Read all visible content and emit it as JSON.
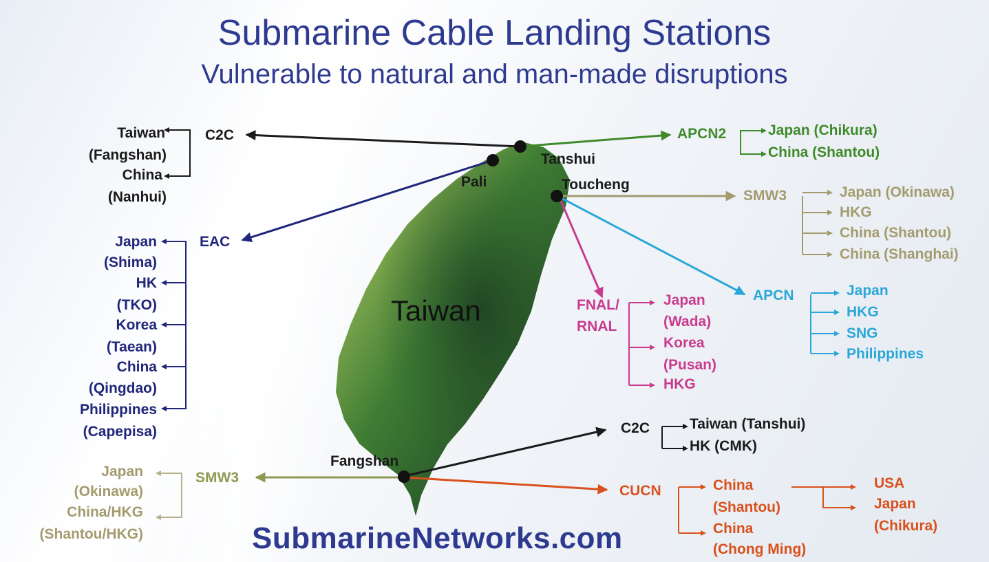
{
  "title": "Submarine Cable Landing Stations",
  "subtitle": "Vulnerable to natural and man-made disruptions",
  "map_label": "Taiwan",
  "footer": "SubmarineNetworks.com",
  "colors": {
    "title": "#2e3a8f",
    "c2c": "#1a1a1a",
    "eac": "#20267a",
    "apcn2": "#3f8a2a",
    "smw3": "#a39b6e",
    "apcn": "#2aa7d8",
    "fnal": "#c83b8f",
    "cucn": "#d9501c",
    "smw3_south": "#8e9a52"
  },
  "stations": {
    "tanshui": "Tanshui",
    "pali": "Pali",
    "toucheng": "Toucheng",
    "fangshan": "Fangshan"
  },
  "cables": {
    "c2c_north": {
      "name": "C2C",
      "dest": [
        "Taiwan",
        "(Fangshan)",
        "China",
        "(Nanhui)"
      ]
    },
    "eac": {
      "name": "EAC",
      "dest": [
        "Japan",
        "(Shima)",
        "HK",
        "(TKO)",
        "Korea",
        "(Taean)",
        "China",
        "(Qingdao)",
        "Philippines",
        "(Capepisa)"
      ]
    },
    "apcn2": {
      "name": "APCN2",
      "dest": [
        "Japan (Chikura)",
        "China (Shantou)"
      ]
    },
    "smw3_north": {
      "name": "SMW3",
      "dest": [
        "Japan (Okinawa)",
        "HKG",
        "China (Shantou)",
        "China (Shanghai)"
      ]
    },
    "apcn": {
      "name": "APCN",
      "dest": [
        "Japan",
        "HKG",
        "SNG",
        "Philippines"
      ]
    },
    "fnal": {
      "name1": "FNAL/",
      "name2": "RNAL",
      "dest": [
        "Japan",
        "(Wada)",
        "Korea",
        "(Pusan)",
        "HKG"
      ]
    },
    "c2c_south": {
      "name": "C2C",
      "dest": [
        "Taiwan (Tanshui)",
        "HK (CMK)"
      ]
    },
    "smw3_south": {
      "name": "SMW3",
      "dest": [
        "Japan",
        "(Okinawa)",
        "China/HKG",
        "(Shantou/HKG)"
      ]
    },
    "cucn": {
      "name": "CUCN",
      "dest": [
        "China",
        "(Shantou)",
        "China",
        "(Chong Ming)"
      ],
      "onward": [
        "USA",
        "Japan",
        "(Chikura)"
      ]
    }
  }
}
